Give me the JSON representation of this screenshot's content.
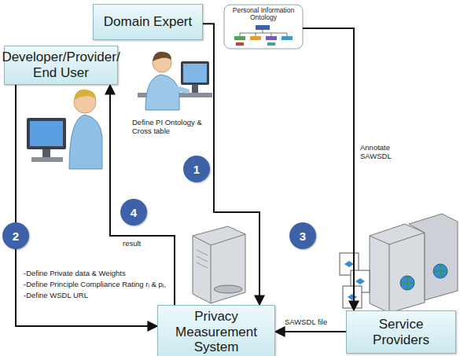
{
  "diagram": {
    "nodes": [
      {
        "text": [
          "Domain Expert"
        ]
      },
      {
        "text": [
          "Personal Information Ontology"
        ]
      },
      {
        "text": [
          "Developer/Provider/ End User"
        ]
      },
      {
        "text": [
          "Privacy Measurement System"
        ]
      },
      {
        "text": [
          "Service Providers"
        ]
      }
    ],
    "edges": [
      {
        "from": 0,
        "to": 3,
        "arrow": "to"
      },
      {
        "from": 2,
        "to": 3,
        "arrow": "to"
      },
      {
        "from": 3,
        "to": 2,
        "arrow": "to"
      },
      {
        "from": 4,
        "to": 3,
        "arrow": "to"
      },
      {
        "from": 1,
        "to": 4,
        "arrow": "to"
      }
    ],
    "labels": [
      "1",
      "2",
      "3",
      "4",
      "Define PI Ontology & Cross table",
      "Annotate SAWSDL",
      "result",
      "SAWSDL file",
      "-Define Private data & Weights",
      "-Define Principle Compliance Rating rᵢ & pᵢ,",
      "-Define WSDL URL"
    ]
  }
}
